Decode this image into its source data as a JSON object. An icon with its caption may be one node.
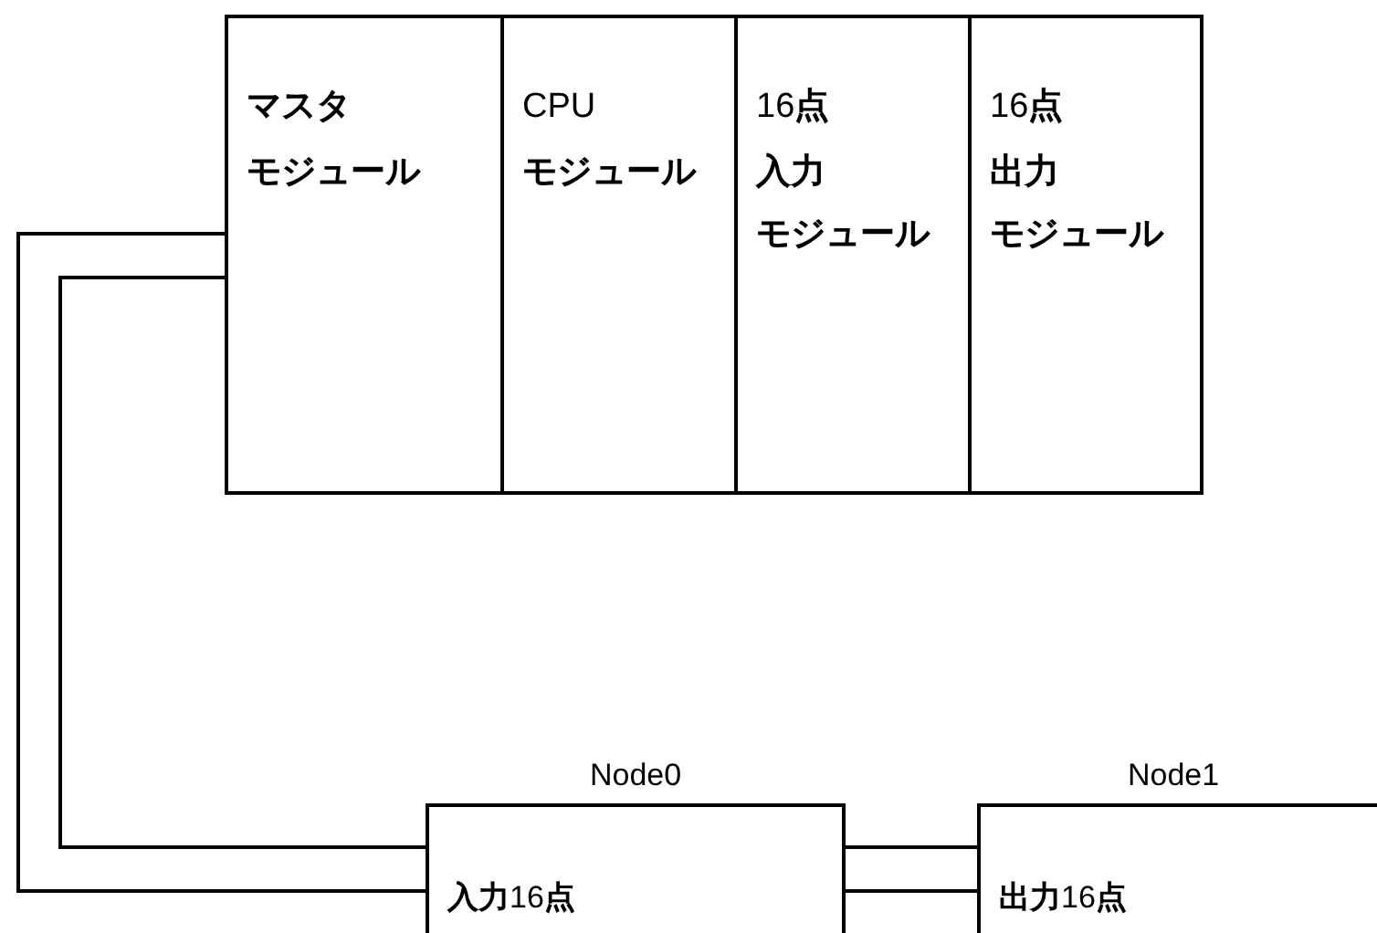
{
  "diagram": {
    "nodes": [
      {
        "text": [
          "マスタ",
          "モジュール"
        ]
      },
      {
        "text": [
          "CPU",
          "モジュール"
        ]
      },
      {
        "text": [
          "16**点**",
          "入力",
          "モジュール"
        ]
      },
      {
        "text": [
          "16**点**",
          "出力",
          "モジュール"
        ]
      },
      {
        "text": [
          "Node0",
          "**入力**16**点**"
        ]
      },
      {
        "text": [
          "Node1",
          "**出力**16**点**"
        ]
      }
    ],
    "edges": [
      {
        "from": 0,
        "to": 4,
        "arrow": "none"
      },
      {
        "from": 0,
        "to": 4,
        "arrow": "none"
      },
      {
        "from": 4,
        "to": 5,
        "arrow": "none"
      },
      {
        "from": 4,
        "to": 5,
        "arrow": "none"
      }
    ]
  }
}
